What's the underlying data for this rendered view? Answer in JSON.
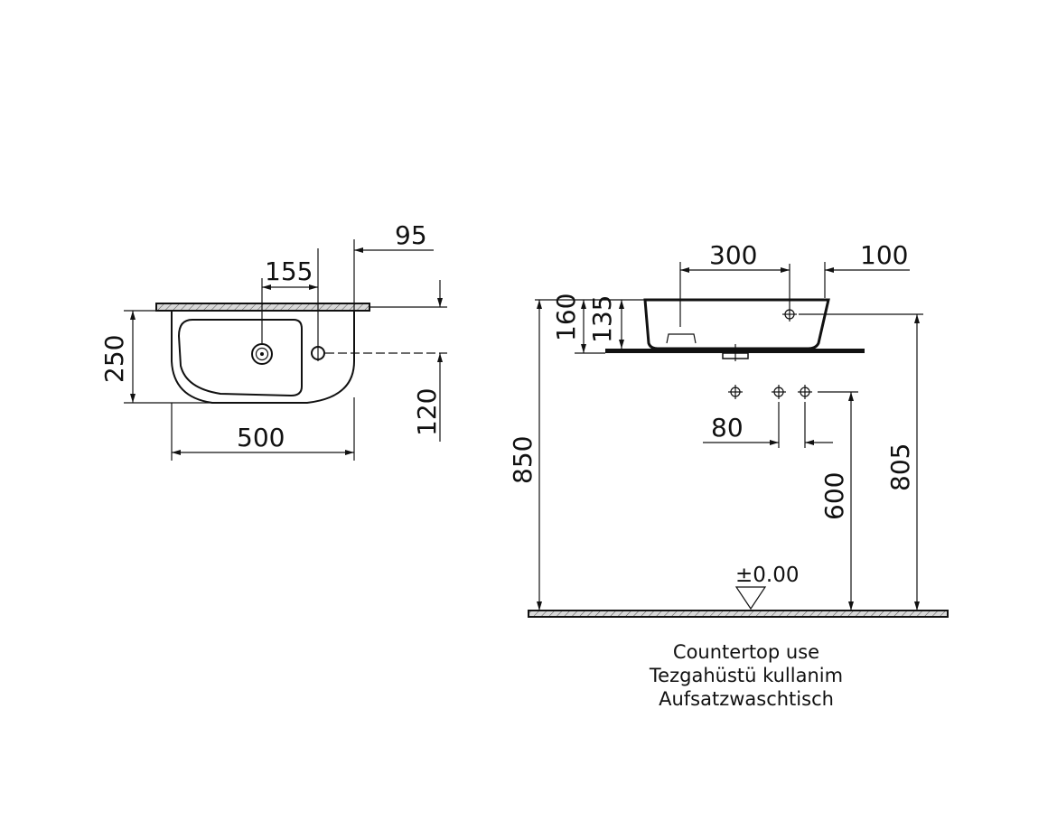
{
  "top_view": {
    "dims": {
      "d95": "95",
      "d155": "155",
      "d250": "250",
      "d120": "120",
      "d500": "500"
    }
  },
  "side_view": {
    "dims": {
      "d300": "300",
      "d100": "100",
      "d160": "160",
      "d135": "135",
      "d80": "80",
      "d850": "850",
      "d600": "600",
      "d805": "805",
      "floor_level": "±0.00"
    }
  },
  "caption": {
    "en": "Countertop use",
    "tr": "Tezgahüstü kullanim",
    "de": "Aufsatzwaschtisch"
  }
}
